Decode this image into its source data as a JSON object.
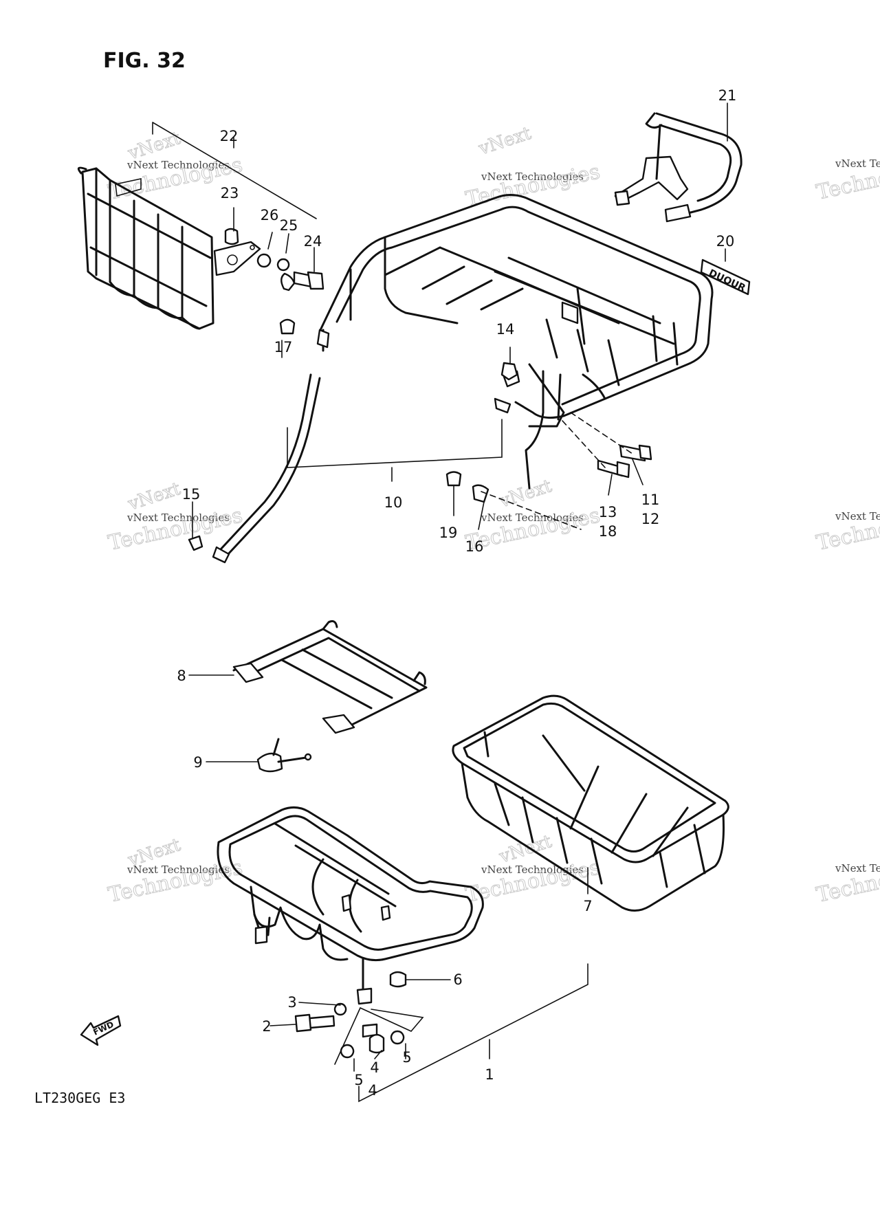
{
  "figure_title": "FIG. 32",
  "model_code": "LT230GEG  E3",
  "fwd_badge": "FWD",
  "decal_text": "DUQUR",
  "watermark": {
    "brand": "vNext",
    "small": "vNext Technologies",
    "large": "Technologies"
  },
  "parts": {
    "p1": "1",
    "p2": "2",
    "p3": "3",
    "p4a": "4",
    "p4b": "4",
    "p5a": "5",
    "p5b": "5",
    "p6": "6",
    "p7": "7",
    "p8": "8",
    "p9": "9",
    "p10": "10",
    "p11": "11",
    "p12": "12",
    "p13": "13",
    "p14": "14",
    "p15": "15",
    "p16": "16",
    "p17": "17",
    "p18": "18",
    "p19": "19",
    "p20": "20",
    "p21": "21",
    "p22": "22",
    "p23": "23",
    "p24": "24",
    "p25": "25",
    "p26": "26"
  }
}
